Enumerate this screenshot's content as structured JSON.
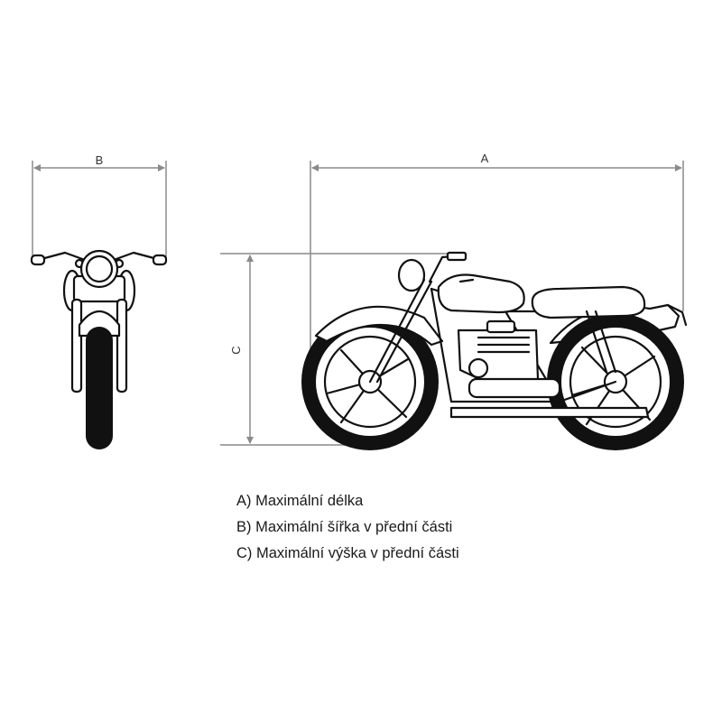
{
  "dimensions": {
    "length_label": "A",
    "width_label": "B",
    "height_label": "C"
  },
  "legend": [
    "A) Maximální délka",
    "B) Maximální šířka v přední části",
    "C) Maximální výška v přední části"
  ],
  "colors": {
    "dimension_line": "#8a8a8a",
    "outline": "#111111",
    "background": "#ffffff"
  }
}
